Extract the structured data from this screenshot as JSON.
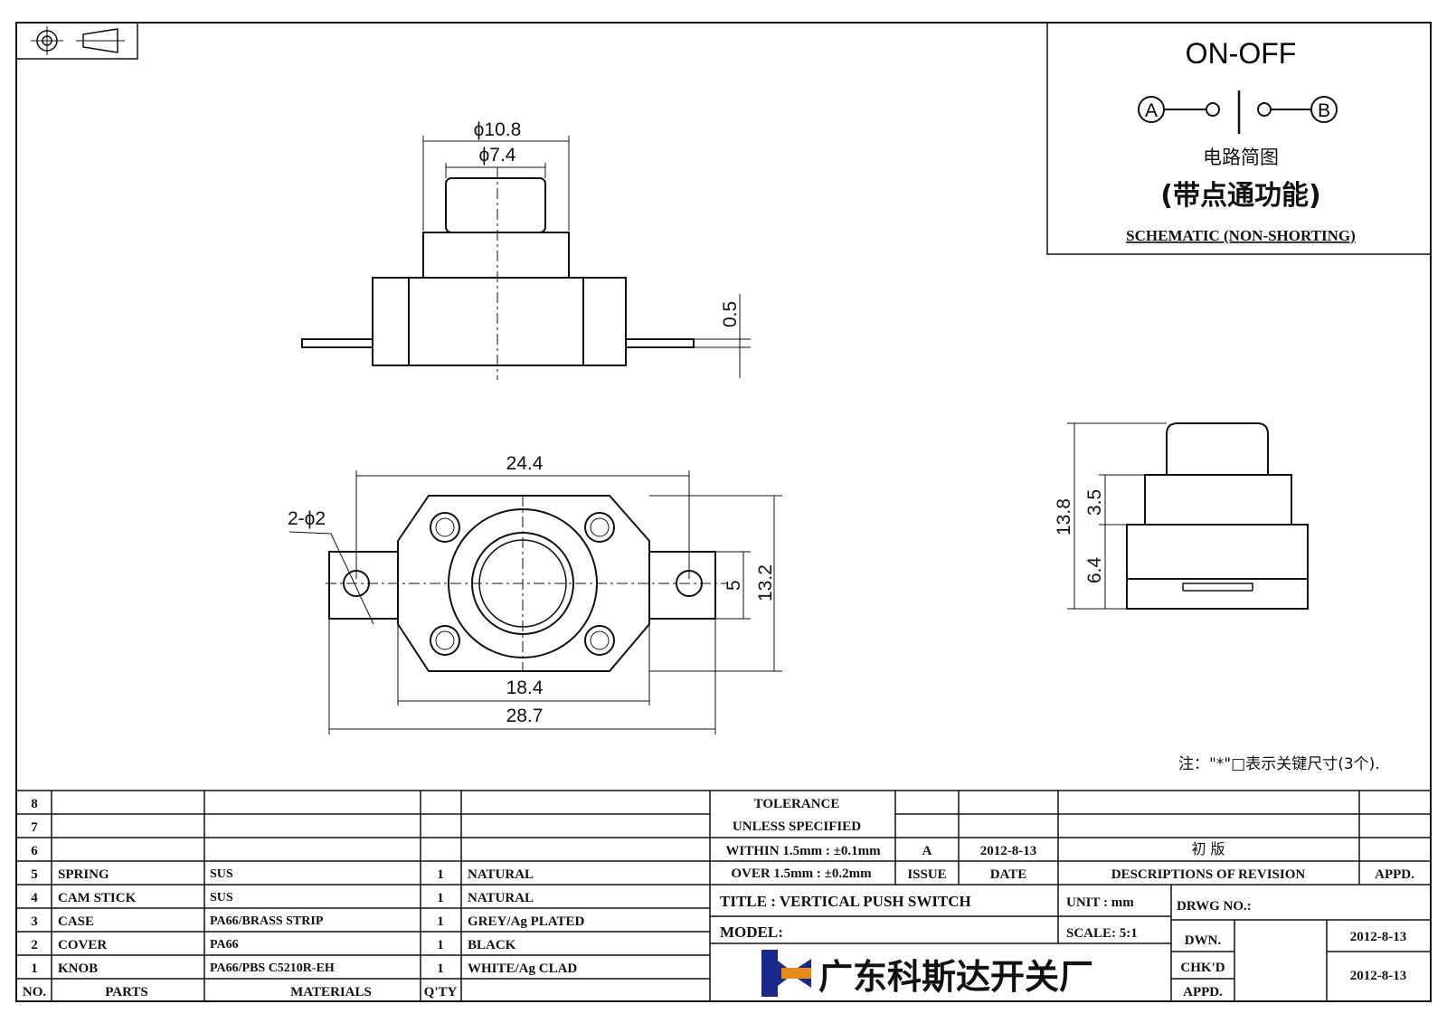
{
  "schematic": {
    "title": "ON-OFF",
    "terminal_a": "A",
    "terminal_b": "B",
    "cn_label": "电路简图",
    "cn_note": "(带点通功能)",
    "en_label": "SCHEMATIC (NON-SHORTING)"
  },
  "dimensions": {
    "top_outer": "ϕ10.8",
    "top_inner": "ϕ7.4",
    "thickness": "0.5",
    "width_24": "24.4",
    "holes": "2-ϕ2",
    "slot": "5",
    "height_13": "13.2",
    "width_18": "18.4",
    "width_28": "28.7",
    "side_total": "13.8",
    "side_upper": "3.5",
    "side_lower": "6.4"
  },
  "note": "注：\"*\"□表示关键尺寸(3个).",
  "parts": {
    "headers": {
      "no": "NO.",
      "parts": "PARTS",
      "materials": "MATERIALS",
      "qty": "Q'TY"
    },
    "rows": [
      {
        "no": "8",
        "part": "",
        "material": "",
        "qty": "",
        "finish": ""
      },
      {
        "no": "7",
        "part": "",
        "material": "",
        "qty": "",
        "finish": ""
      },
      {
        "no": "6",
        "part": "",
        "material": "",
        "qty": "",
        "finish": ""
      },
      {
        "no": "5",
        "part": "SPRING",
        "material": "SUS",
        "qty": "1",
        "finish": "NATURAL"
      },
      {
        "no": "4",
        "part": "CAM STICK",
        "material": "SUS",
        "qty": "1",
        "finish": "NATURAL"
      },
      {
        "no": "3",
        "part": "CASE",
        "material": "PA66/BRASS STRIP",
        "qty": "1",
        "finish": "GREY/Ag PLATED"
      },
      {
        "no": "2",
        "part": "COVER",
        "material": "PA66",
        "qty": "1",
        "finish": "BLACK"
      },
      {
        "no": "1",
        "part": "KNOB",
        "material": "PA66/PBS C5210R-EH",
        "qty": "1",
        "finish": "WHITE/Ag CLAD"
      }
    ]
  },
  "tolerance": {
    "line1": "TOLERANCE",
    "line2": "UNLESS  SPECIFIED",
    "line3": "WITHIN 1.5mm : ±0.1mm",
    "line4": "OVER 1.5mm : ±0.2mm"
  },
  "revision": {
    "issue_value": "A",
    "date_value": "2012-8-13",
    "description_value": "初  版",
    "issue_label": "ISSUE",
    "date_label": "DATE",
    "description_label": "DESCRIPTIONS OF REVISION",
    "appd_label": "APPD."
  },
  "title_block": {
    "title": "TITLE :  VERTICAL PUSH SWITCH",
    "unit": "UNIT :  mm",
    "drwg_no": "DRWG NO.:",
    "model": "MODEL:",
    "scale": "SCALE:  5:1",
    "dwn_label": "DWN.",
    "dwn_date": "2012-8-13",
    "chkd_label": "CHK'D",
    "chkd_date": "2012-8-13",
    "appd_label": "APPD.",
    "company": "广东科斯达开关厂"
  },
  "colors": {
    "line": "#111111",
    "logo_blue": "#1a2a8a",
    "logo_orange": "#e8891c"
  }
}
